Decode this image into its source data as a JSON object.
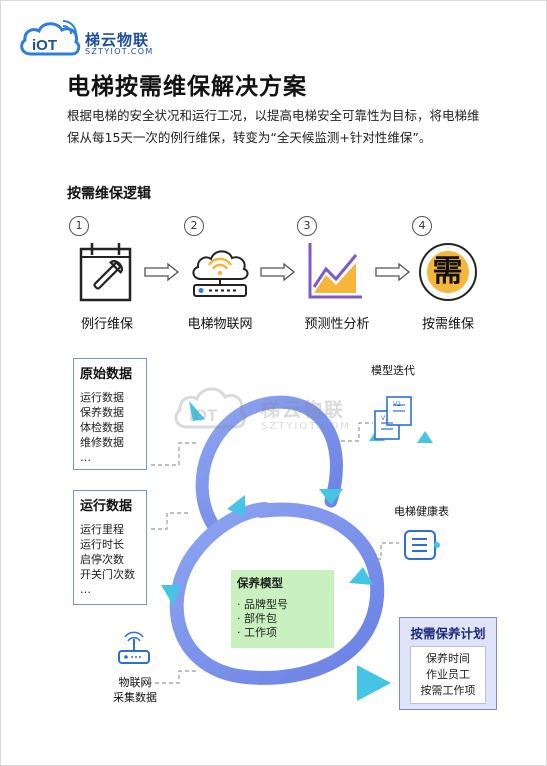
{
  "logo": {
    "mark": "iOT",
    "brand": "梯云物联",
    "domain": "SZTYIOT.COM"
  },
  "title": "电梯按需维保解决方案",
  "intro": "根据电梯的安全状况和运行工况，以提高电梯安全可靠性为目标，将电梯维保从每15天一次的例行维保，转变为“全天候监测+针对性维保”。",
  "section_title": "按需维保逻辑",
  "steps": [
    {
      "num": "1",
      "label": "例行维保",
      "icon": "wrench-calendar-icon"
    },
    {
      "num": "2",
      "label": "电梯物联网",
      "icon": "cloud-router-icon"
    },
    {
      "num": "3",
      "label": "预测性分析",
      "icon": "trend-chart-icon"
    },
    {
      "num": "4",
      "label": "按需维保",
      "icon": "xu-character-icon",
      "glyph": "需"
    }
  ],
  "raw_data": {
    "title": "原始数据",
    "items": [
      "运行数据",
      "保养数据",
      "体检数据",
      "维修数据",
      "…"
    ]
  },
  "run_data": {
    "title": "运行数据",
    "items": [
      "运行里程",
      "运行时长",
      "启停次数",
      "开关门次数",
      "…"
    ]
  },
  "model_iteration": {
    "label": "模型迭代",
    "doc_tags": [
      "V1",
      "V2"
    ]
  },
  "health_table": {
    "label": "电梯健康表"
  },
  "maintenance_model": {
    "title": "保养模型",
    "items": [
      "· 品牌型号",
      "· 部件包",
      "· 工作项"
    ]
  },
  "iot_collect": {
    "line1": "物联网",
    "line2": "采集数据"
  },
  "plan": {
    "title": "按需保养计划",
    "items": [
      "保养时间",
      "作业员工",
      "按需工作项"
    ]
  },
  "watermark": {
    "mark": "iOT",
    "brand": "梯云物联",
    "domain": "SZTYIOT.COM"
  },
  "colors": {
    "brand_blue": "#1d4e9e",
    "loop_blue": "#6f8be8",
    "triangle_cyan": "#46c4e6",
    "model_green": "#c9f1bf",
    "plan_bg": "#dfe3f8",
    "accent_orange": "#f5b63a"
  }
}
